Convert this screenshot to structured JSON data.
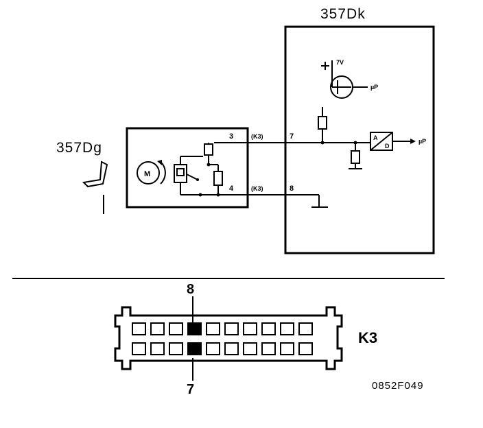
{
  "ecu": {
    "label": "357Dk"
  },
  "sensor": {
    "label": "357Dg"
  },
  "motor": {
    "label": "M"
  },
  "pins": {
    "sensor_pin_top": "3",
    "sensor_pin_bottom": "4",
    "ecu_pin_top": "7",
    "ecu_pin_bottom": "8",
    "connector_top": "(K3)",
    "connector_bottom": "(K3)"
  },
  "supply": {
    "label": "7V"
  },
  "up_labels": {
    "upper": "µP",
    "lower": "µP"
  },
  "adc": {
    "a": "A",
    "d": "D"
  },
  "connector": {
    "name": "K3",
    "pin_top_label": "8",
    "pin_bottom_label": "7",
    "rows": 2,
    "cells_per_row": 10,
    "highlight_index": 3
  },
  "figure_code": "0852F049",
  "colors": {
    "line": "#000000",
    "background": "#ffffff"
  }
}
